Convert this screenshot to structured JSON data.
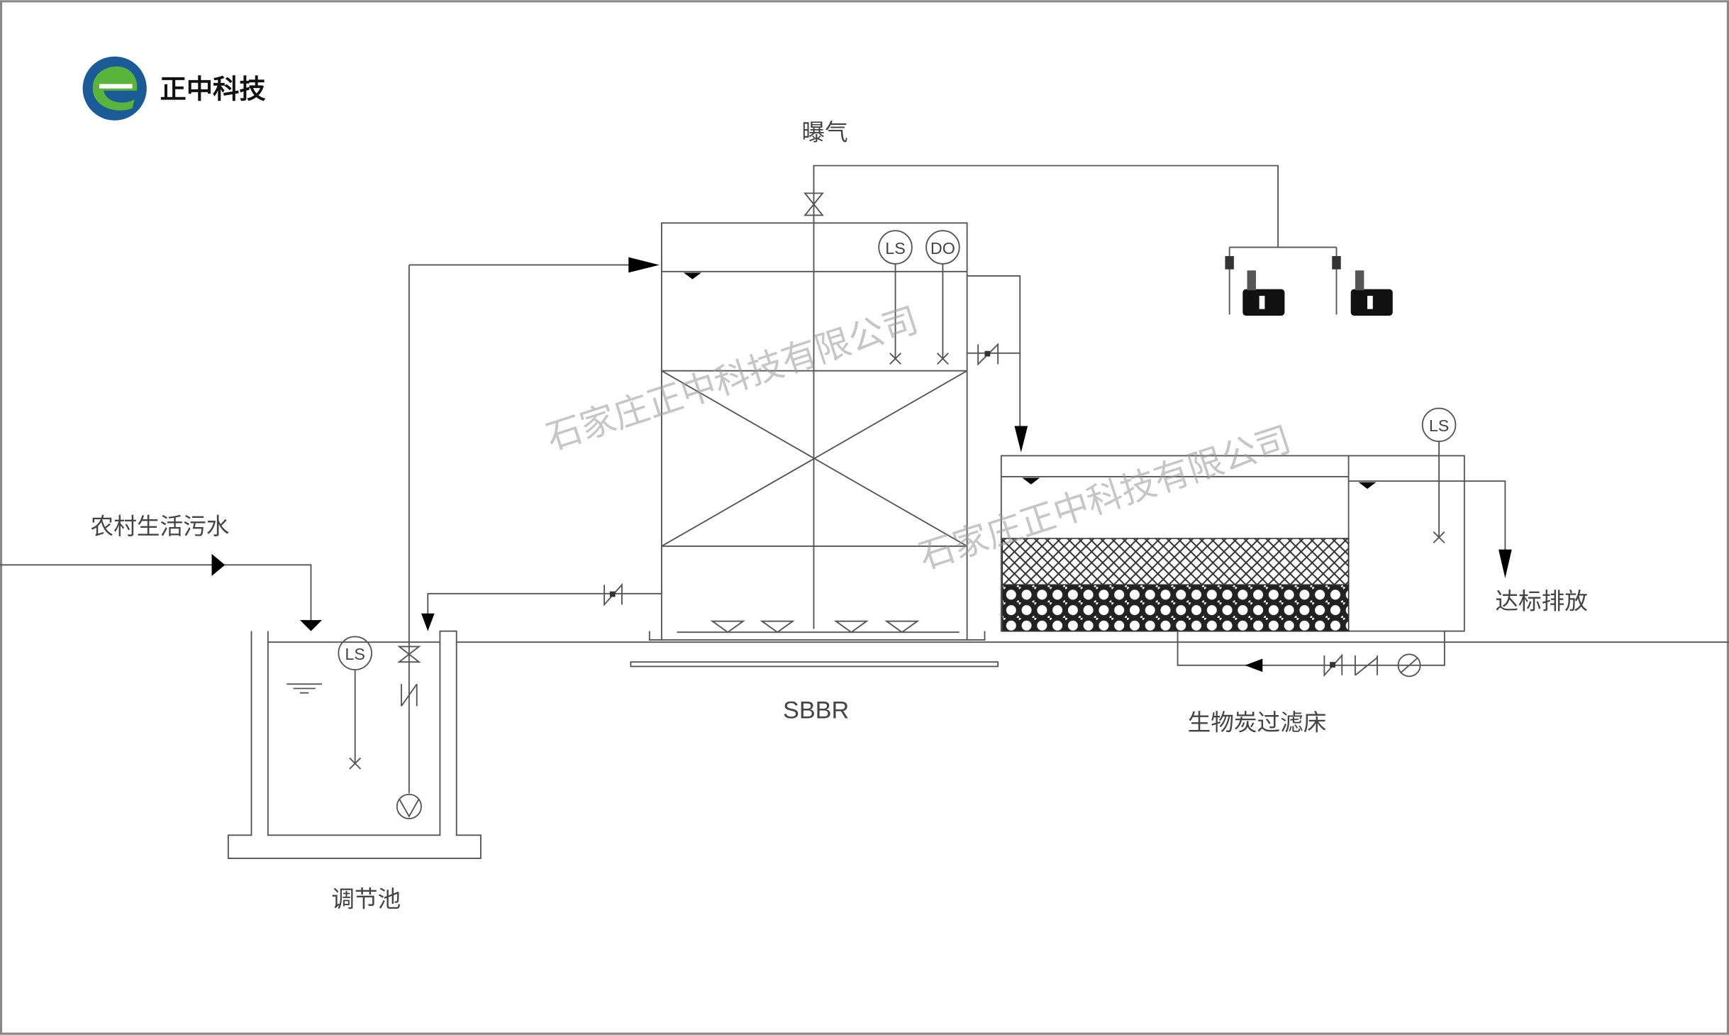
{
  "logo": {
    "text": "正中科技",
    "colors": {
      "blue": "#1a5a96",
      "green": "#5ab43c"
    }
  },
  "labels": {
    "aeration": "曝气",
    "inflow": "农村生活污水",
    "equalization_tank": "调节池",
    "sbbr": "SBBR",
    "biochar_filter": "生物炭过滤床",
    "discharge": "达标排放"
  },
  "instruments": {
    "eq_level": "LS",
    "sbbr_level": "LS",
    "sbbr_do": "DO",
    "filter_level": "LS"
  },
  "watermark": "石家庄正中科技有限公司"
}
